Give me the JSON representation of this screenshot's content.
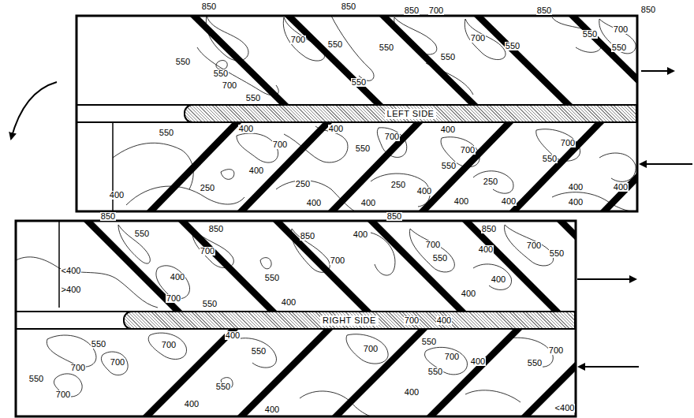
{
  "diagram": {
    "nodes": [
      {
        "text": [
          "LEFT SIDE"
        ]
      },
      {
        "text": [
          "RIGHT SIDE"
        ]
      }
    ],
    "labels": [
      "850",
      "850",
      "850",
      "700",
      "850",
      "850",
      "700",
      "550",
      "700",
      "550",
      "550",
      "700",
      "550",
      "550",
      "550",
      "550",
      "550",
      "700",
      "550",
      "550",
      "550",
      "400",
      "400",
      "400",
      "700",
      "700",
      "700",
      "550",
      "700",
      "550",
      "550",
      "400",
      "250",
      "250",
      "250",
      "250",
      "400",
      "400",
      "400",
      "400",
      "400",
      "400",
      "400",
      "400",
      "400",
      "850",
      "850",
      "550",
      "850",
      "850",
      "400",
      "850",
      "700",
      "700",
      "400",
      "700",
      "550",
      "550",
      "700",
      "<400",
      "400",
      "550",
      "400",
      ">400",
      "400",
      "700",
      "400",
      "550",
      "700",
      "400",
      "400",
      "550",
      "550",
      "700",
      "700",
      "700",
      "550",
      "400",
      "700",
      "550",
      "700",
      "550",
      "700",
      "550",
      "550",
      "400",
      "700",
      "400",
      "<400",
      "400"
    ]
  }
}
